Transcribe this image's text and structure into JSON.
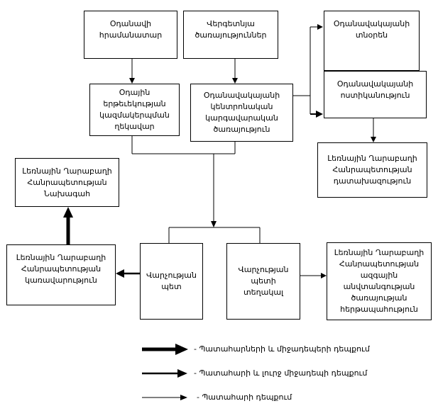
{
  "boxes": {
    "b1": "Օդանավի\nհրամանատար",
    "b2": "Վերգետնյա\nծառայություններ",
    "b3": "Օդանավակայանի\nտնօրեն",
    "b4": "Օդանավակայանի\nոստիկանություն",
    "b5": "Օդային\nերթեւեկության\nկազմակերպման\nղեկավար",
    "b6": "Օդանավակայանի\nկենտրոնական\nկարգավարական\nծառայություն",
    "b7": "Լեռնային Ղարաբաղի\nՀանրապետության\nդատախազություն",
    "b8": "Լեռնային Ղարաբաղի\nՀանրապետության\nՆախագահ",
    "b9": "Լեռնային Ղարաբաղի\nՀանրապետության\nկառավարություն",
    "b10": "Վարչության\nպետ",
    "b11": "Վարչության\nպետի\nտեղակալ",
    "b12": "Լեռնային Ղարաբաղի\nՀանրապետության\nազգային\nանվտանգության\nծառայության\nհերթապահություն"
  },
  "legend": [
    {
      "label": "- Պատահարների և միջադեպերի դեպքում",
      "weight": "thick"
    },
    {
      "label": "- Պատահարի և լուրջ միջադեպի դեպքում",
      "weight": "medium"
    },
    {
      "label": "- Պատահարի դեպքում",
      "weight": "thin"
    }
  ]
}
